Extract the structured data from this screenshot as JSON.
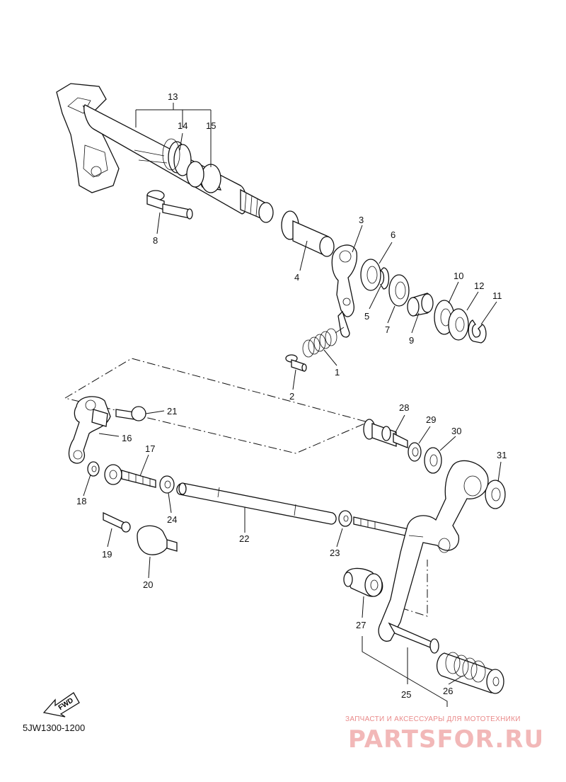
{
  "callouts": [
    {
      "id": "c13",
      "text": "13"
    },
    {
      "id": "c14",
      "text": "14"
    },
    {
      "id": "c15",
      "text": "15"
    },
    {
      "id": "c8",
      "text": "8"
    },
    {
      "id": "c3",
      "text": "3"
    },
    {
      "id": "c4",
      "text": "4"
    },
    {
      "id": "c6",
      "text": "6"
    },
    {
      "id": "c5",
      "text": "5"
    },
    {
      "id": "c7",
      "text": "7"
    },
    {
      "id": "c9",
      "text": "9"
    },
    {
      "id": "c10",
      "text": "10"
    },
    {
      "id": "c12",
      "text": "12"
    },
    {
      "id": "c11",
      "text": "11"
    },
    {
      "id": "c1",
      "text": "1"
    },
    {
      "id": "c2",
      "text": "2"
    },
    {
      "id": "c21",
      "text": "21"
    },
    {
      "id": "c16",
      "text": "16"
    },
    {
      "id": "c17",
      "text": "17"
    },
    {
      "id": "c18",
      "text": "18"
    },
    {
      "id": "c24",
      "text": "24"
    },
    {
      "id": "c22",
      "text": "22"
    },
    {
      "id": "c19",
      "text": "19"
    },
    {
      "id": "c20",
      "text": "20"
    },
    {
      "id": "c28",
      "text": "28"
    },
    {
      "id": "c29",
      "text": "29"
    },
    {
      "id": "c30",
      "text": "30"
    },
    {
      "id": "c31",
      "text": "31"
    },
    {
      "id": "c23",
      "text": "23"
    },
    {
      "id": "c27",
      "text": "27"
    },
    {
      "id": "c25",
      "text": "25"
    },
    {
      "id": "c26",
      "text": "26"
    }
  ],
  "fwd_label": "FWD",
  "diagram_code": "5JW1300-1200",
  "watermark": {
    "tagline": "ЗАПЧАСТИ И АКСЕССУАРЫ ДЛЯ МОТОТЕХНИКИ",
    "brand": "PARTSFOR.RU"
  },
  "colors": {
    "line": "#111111",
    "watermark": "#f2b8b8",
    "watermark_text": "#e98a8a"
  }
}
